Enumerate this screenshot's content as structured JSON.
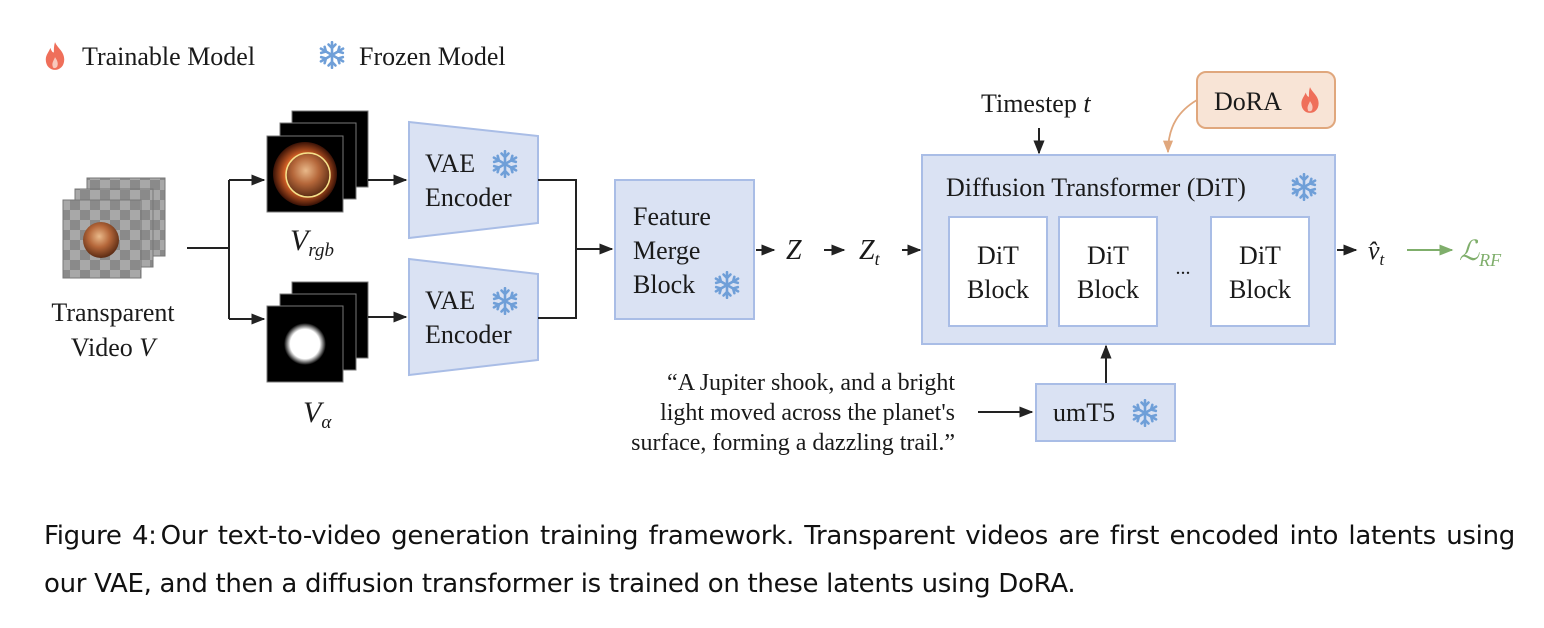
{
  "legend": {
    "trainable_label": "Trainable Model",
    "frozen_label": "Frozen Model",
    "trainable_icon": "flame-icon",
    "frozen_icon": "snowflake-icon"
  },
  "input": {
    "label_line1": "Transparent",
    "label_line2": "Video ",
    "label_var": "V"
  },
  "branches": {
    "rgb_label": "V",
    "rgb_sub": "rgb",
    "alpha_label": "V",
    "alpha_sub": "α"
  },
  "encoders": [
    {
      "line1": "VAE",
      "line2": "Encoder",
      "frozen": true
    },
    {
      "line1": "VAE",
      "line2": "Encoder",
      "frozen": true
    }
  ],
  "merge_block": {
    "line1": "Feature",
    "line2": "Merge",
    "line3": "Block",
    "frozen": true
  },
  "latents": {
    "z": "Z",
    "zt": "Z",
    "zt_sub": "t"
  },
  "timestep": {
    "label": "Timestep ",
    "var": "t"
  },
  "dora": {
    "label": "DoRA",
    "trainable": true
  },
  "dit": {
    "title": "Diffusion Transformer (DiT)",
    "frozen": true,
    "blocks": [
      {
        "line1": "DiT",
        "line2": "Block"
      },
      {
        "line1": "DiT",
        "line2": "Block"
      },
      {
        "line1": "DiT",
        "line2": "Block"
      }
    ],
    "ellipsis": "..."
  },
  "output": {
    "v": "v̂",
    "v_sub": "t",
    "loss": "ℒ",
    "loss_sub": "RF"
  },
  "prompt": {
    "line1": "“A Jupiter shook, and a bright",
    "line2": "light moved across the planet's",
    "line3": "surface, forming a dazzling trail.”"
  },
  "text_encoder": {
    "label": "umT5",
    "frozen": true
  },
  "colors": {
    "block_fill": "#dae2f3",
    "block_stroke": "#a9bde6",
    "snowflake": "#6f9fd8",
    "flame": "#ef6f5a",
    "dora_fill": "#f8e4d6",
    "dora_stroke": "#e0a77d",
    "loss_green": "#7fae6b"
  },
  "caption": {
    "label": "Figure 4:",
    "text": "Our text-to-video generation training framework. Transparent videos are first encoded into latents using our VAE, and then a diffusion transformer is trained on these latents using DoRA."
  }
}
